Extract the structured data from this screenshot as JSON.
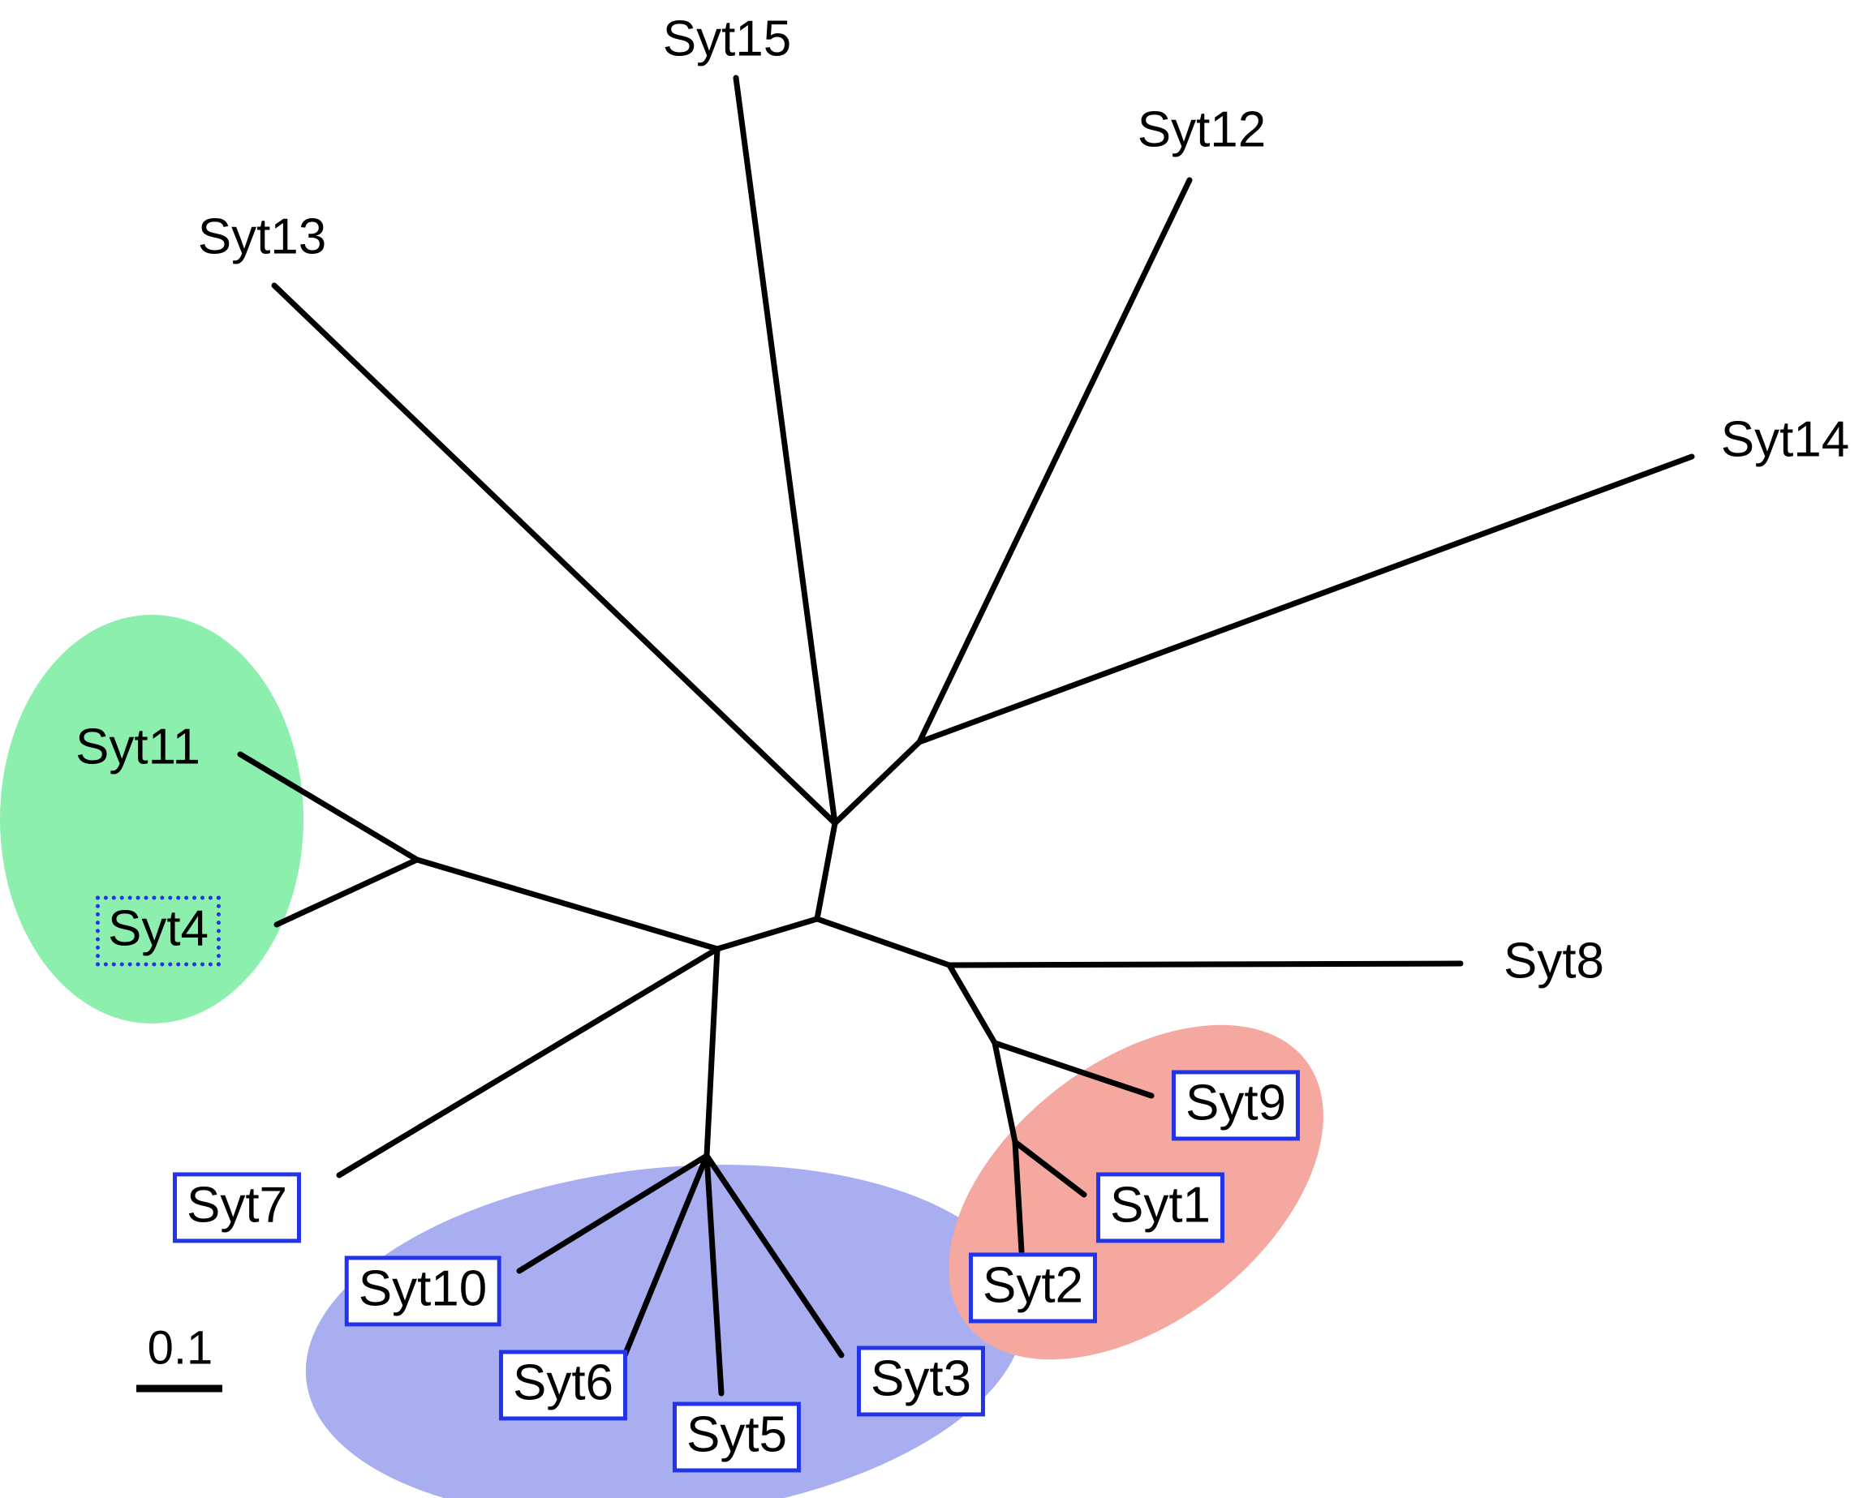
{
  "figure": {
    "type": "unrooted phylogenetic tree",
    "scale_bar_label": "0.1"
  },
  "colors": {
    "branch": "#000000",
    "box_border": "#2233E8",
    "green_group": "#8CEFAD",
    "blue_group": "#A8AEF0",
    "pink_group": "#F5A8A0"
  },
  "groups": {
    "green": {
      "color": "#8CEFAD",
      "members": [
        "Syt11",
        "Syt4"
      ]
    },
    "blue": {
      "color": "#A8AEF0",
      "members": [
        "Syt10",
        "Syt6",
        "Syt5",
        "Syt3"
      ]
    },
    "pink": {
      "color": "#F5A8A0",
      "members": [
        "Syt9",
        "Syt1",
        "Syt2"
      ]
    }
  },
  "taxa": {
    "syt1": {
      "label": "Syt1",
      "box": "solid",
      "group": "pink"
    },
    "syt2": {
      "label": "Syt2",
      "box": "solid",
      "group": "pink"
    },
    "syt3": {
      "label": "Syt3",
      "box": "solid",
      "group": "blue"
    },
    "syt4": {
      "label": "Syt4",
      "box": "dotted",
      "group": "green"
    },
    "syt5": {
      "label": "Syt5",
      "box": "solid",
      "group": "blue"
    },
    "syt6": {
      "label": "Syt6",
      "box": "solid",
      "group": "blue"
    },
    "syt7": {
      "label": "Syt7",
      "box": "solid",
      "group": "none"
    },
    "syt8": {
      "label": "Syt8",
      "box": "none",
      "group": "none"
    },
    "syt9": {
      "label": "Syt9",
      "box": "solid",
      "group": "pink"
    },
    "syt10": {
      "label": "Syt10",
      "box": "solid",
      "group": "blue"
    },
    "syt11": {
      "label": "Syt11",
      "box": "none",
      "group": "green"
    },
    "syt12": {
      "label": "Syt12",
      "box": "none",
      "group": "none"
    },
    "syt13": {
      "label": "Syt13",
      "box": "none",
      "group": "none"
    },
    "syt14": {
      "label": "Syt14",
      "box": "none",
      "group": "none"
    },
    "syt15": {
      "label": "Syt15",
      "box": "none",
      "group": "none"
    }
  }
}
